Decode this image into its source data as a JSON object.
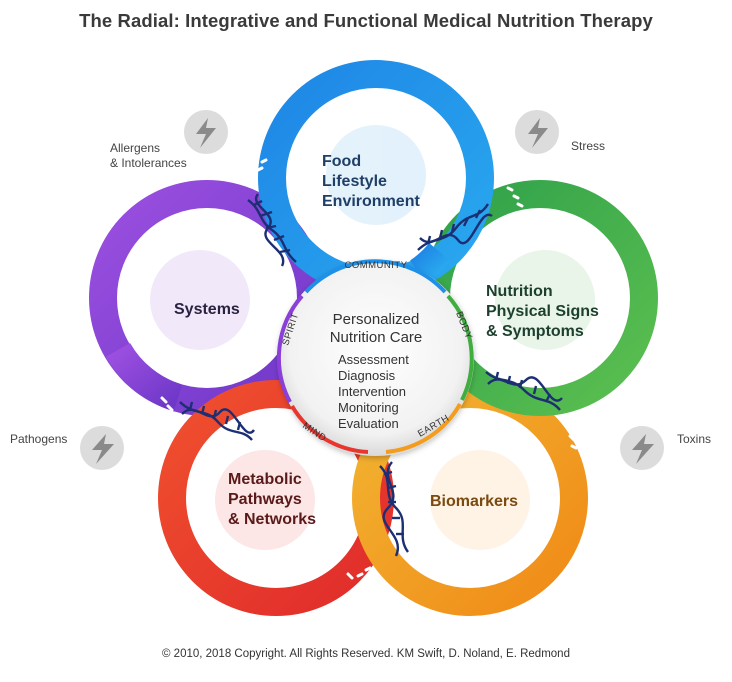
{
  "title": "The Radial: Integrative and Functional Medical Nutrition Therapy",
  "copyright": "© 2010, 2018 Copyright. All Rights Reserved. KM Swift, D. Noland, E. Redmond",
  "center": {
    "title_line1": "Personalized",
    "title_line2": "Nutrition Care",
    "steps": [
      "Assessment",
      "Diagnosis",
      "Intervention",
      "Monitoring",
      "Evaluation"
    ]
  },
  "inner_ring_labels": {
    "top": "COMMUNITY",
    "right": "BODY",
    "bottom_right": "EARTH",
    "bottom_left": "MIND",
    "left": "SPIRIT"
  },
  "rings": {
    "food": {
      "line1": "Food",
      "line2": "Lifestyle",
      "line3": "Environment",
      "color": "#1e90e8"
    },
    "nutrition": {
      "line1": "Nutrition",
      "line2": "Physical Signs",
      "line3": "& Symptoms",
      "color": "#3fae3f"
    },
    "biomarkers": {
      "line1": "Biomarkers",
      "color": "#f39c1e"
    },
    "metabolic": {
      "line1": "Metabolic",
      "line2": "Pathways",
      "line3": "& Networks",
      "color": "#e8352e"
    },
    "systems": {
      "line1": "Systems",
      "color": "#8b3fd9"
    }
  },
  "stressors": {
    "allergens_line1": "Allergens",
    "allergens_line2": "& Intolerances",
    "stress": "Stress",
    "pathogens": "Pathogens",
    "toxins": "Toxins"
  },
  "colors": {
    "text_dark": "#333333",
    "food_text": "#1f3f66",
    "nutrition_text": "#1c3f2e",
    "biomarkers_text": "#7a4a10",
    "metabolic_text": "#5a1a1a",
    "systems_text": "#2a2340",
    "icon_bg": "#dcdcdc",
    "icon_bolt": "#8a8a8a",
    "dna_stroke": "#1d2f73"
  },
  "icons": [
    "lightning-icon",
    "dna-icon"
  ]
}
